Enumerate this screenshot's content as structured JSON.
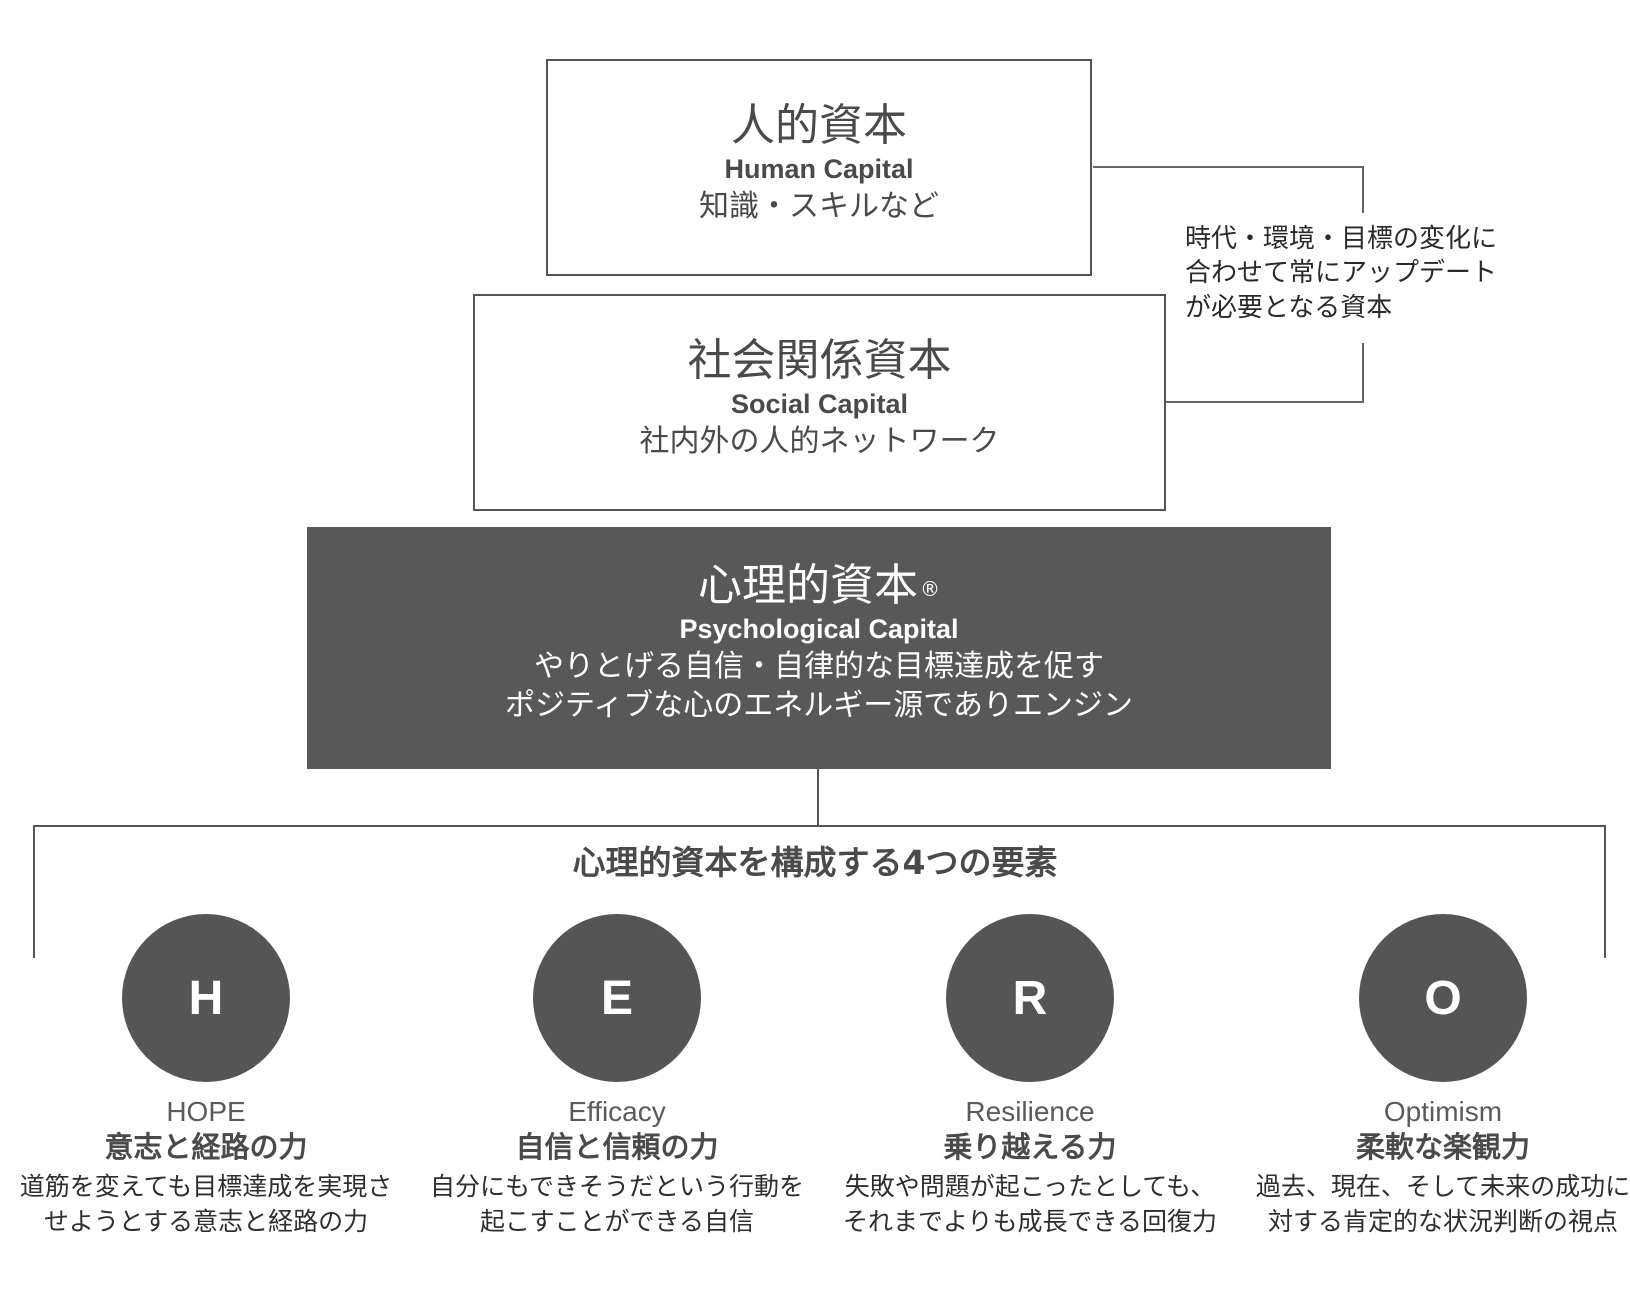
{
  "human_capital": {
    "title": "人的資本",
    "english": "Human Capital",
    "description": "知識・スキルなど"
  },
  "social_capital": {
    "title": "社会関係資本",
    "english": "Social Capital",
    "description": "社内外の人的ネットワーク"
  },
  "psychological_capital": {
    "title": "心理的資本",
    "registered_mark": "®",
    "english": "Psychological Capital",
    "description_line1": "やりとげる自信・自律的な目標達成を促す",
    "description_line2": "ポジティブな心のエネルギー源でありエンジン"
  },
  "side_note": {
    "line1": "時代・環境・目標の変化に",
    "line2": "合わせて常にアップデート",
    "line3": "が必要となる資本"
  },
  "elements_heading": "心理的資本を構成する4つの要素",
  "elements": [
    {
      "letter": "H",
      "english": "HOPE",
      "japanese": "意志と経路の力",
      "description": "道筋を変えても目標達成を実現させようとする意志と経路の力"
    },
    {
      "letter": "E",
      "english": "Efficacy",
      "japanese": "自信と信頼の力",
      "description": "自分にもできそうだという行動を起こすことができる自信"
    },
    {
      "letter": "R",
      "english": "Resilience",
      "japanese": "乗り越える力",
      "description": "失敗や問題が起こったとしても、それまでよりも成長できる回復力"
    },
    {
      "letter": "O",
      "english": "Optimism",
      "japanese": "柔軟な楽観力",
      "description": "過去、現在、そして未来の成功に対する肯定的な状況判断の視点"
    }
  ],
  "colors": {
    "dark_fill": "#585858",
    "circle_fill": "#555555",
    "border": "#555555",
    "text_dark": "#3a3a3a"
  }
}
